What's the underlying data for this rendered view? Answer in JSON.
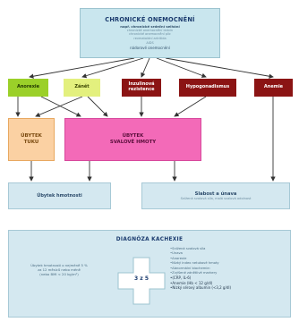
{
  "top": {
    "title": "CHRONICKÉ ONEMOCNĚNÍ",
    "subtitle": "např. chronické srdeční selhání",
    "blurred_lines": [
      "chronické onemocnění ledvin",
      "chronické onemocnění plic",
      "revmatoidní artritida",
      "AIDS"
    ],
    "last_line": "nádorové onemocnění"
  },
  "factors": [
    {
      "label": "Anorexie"
    },
    {
      "label": "Zánět"
    },
    {
      "label": "Inzulinová rezistence"
    },
    {
      "label": "Hypogonadismus"
    },
    {
      "label": "Anemie"
    }
  ],
  "middle": {
    "tuk_line1": "ÚBYTEK",
    "tuk_line2": "TUKU",
    "svaly_line1": "ÚBYTEK",
    "svaly_line2": "SVALOVÉ HMOTY"
  },
  "consequences": {
    "hmotnost": "Úbytek hmotnosti",
    "slabost_title": "Slabost a únava",
    "slabost_sub": "Snížená svalová síla, malá svalová odolnost"
  },
  "diagnosis": {
    "title": "DIAGNÓZA KACHEXIE",
    "left_lines": [
      "Úbytek hmotnosti o nejméně 5 %",
      "za 12 měsíců nebo méně",
      "(nebo BMI < 20 kg/m²)"
    ],
    "cross_label": "3 z 5",
    "criteria": [
      "Snížená svalová síla",
      "Únava",
      "Anorexie",
      "Nízký index netukové hmoty",
      "Abnormální biochemie:",
      "Zvýšené zánětlivé markery",
      "(CRP, IL-6)",
      "Anemie (Hb < 12 g/dl)",
      "Nízký sérový albumin (<3,2 g/dl)"
    ]
  },
  "colors": {
    "top_box": "#c9e6ee",
    "anorexia": "#9bd029",
    "zanet": "#e3f07e",
    "dark_red": "#8b1414",
    "tuk": "#fbd1a3",
    "svaly": "#f36ab8",
    "light_blue": "#d4e8f0"
  }
}
